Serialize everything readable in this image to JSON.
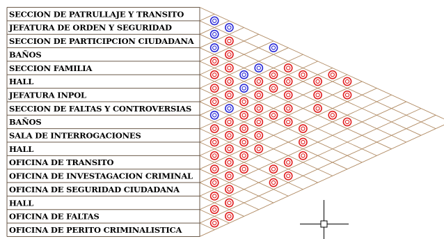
{
  "spaces": [
    "SECCION DE PATRULLAJE Y TRANSITO",
    "JEFATURA DE ORDEN Y SEGURIDAD",
    "SECCION DE PARTICIPCION  CIUDADANA",
    "BAÑOS",
    "SECCION FAMILIA",
    "HALL",
    "JEFATURA INPOL",
    "SECCION DE FALTAS Y CONTROVERSIAS",
    "BAÑOS",
    "SALA DE INTERROGACIONES",
    "HALL",
    "OFICINA DE TRANSITO",
    "OFICINA  DE INVESTAGACION CRIMINAL",
    "OFICINA DE SEGURIDAD CIUDADANA",
    "HALL",
    "OFICINA DE FALTAS",
    "OFICINA  DE PERITO CRIMINALISTICA"
  ],
  "relations": [
    {
      "i": 0,
      "j": 1,
      "type": "blue"
    },
    {
      "i": 1,
      "j": 2,
      "type": "blue"
    },
    {
      "i": 0,
      "j": 2,
      "type": "blue"
    },
    {
      "i": 2,
      "j": 3,
      "type": "blue"
    },
    {
      "i": 1,
      "j": 3,
      "type": "red"
    },
    {
      "i": 3,
      "j": 4,
      "type": "red"
    },
    {
      "i": 2,
      "j": 4,
      "type": "red"
    },
    {
      "i": 4,
      "j": 5,
      "type": "red"
    },
    {
      "i": 3,
      "j": 5,
      "type": "red"
    },
    {
      "i": 0,
      "j": 5,
      "type": "blue"
    },
    {
      "i": 5,
      "j": 6,
      "type": "red"
    },
    {
      "i": 4,
      "j": 6,
      "type": "red"
    },
    {
      "i": 3,
      "j": 6,
      "type": "blue"
    },
    {
      "i": 2,
      "j": 6,
      "type": "blue"
    },
    {
      "i": 6,
      "j": 7,
      "type": "red"
    },
    {
      "i": 5,
      "j": 7,
      "type": "red"
    },
    {
      "i": 4,
      "j": 7,
      "type": "blue"
    },
    {
      "i": 3,
      "j": 7,
      "type": "red"
    },
    {
      "i": 2,
      "j": 7,
      "type": "red"
    },
    {
      "i": 1,
      "j": 7,
      "type": "red"
    },
    {
      "i": 7,
      "j": 8,
      "type": "blue"
    },
    {
      "i": 6,
      "j": 8,
      "type": "blue"
    },
    {
      "i": 5,
      "j": 8,
      "type": "red"
    },
    {
      "i": 4,
      "j": 8,
      "type": "red"
    },
    {
      "i": 3,
      "j": 8,
      "type": "red"
    },
    {
      "i": 2,
      "j": 8,
      "type": "red"
    },
    {
      "i": 1,
      "j": 8,
      "type": "red"
    },
    {
      "i": 8,
      "j": 9,
      "type": "red"
    },
    {
      "i": 7,
      "j": 9,
      "type": "red"
    },
    {
      "i": 6,
      "j": 9,
      "type": "red"
    },
    {
      "i": 5,
      "j": 9,
      "type": "red"
    },
    {
      "i": 3,
      "j": 9,
      "type": "red"
    },
    {
      "i": 1,
      "j": 9,
      "type": "red"
    },
    {
      "i": 0,
      "j": 9,
      "type": "red"
    },
    {
      "i": 9,
      "j": 10,
      "type": "red"
    },
    {
      "i": 8,
      "j": 10,
      "type": "red"
    },
    {
      "i": 7,
      "j": 10,
      "type": "red"
    },
    {
      "i": 6,
      "j": 10,
      "type": "red"
    },
    {
      "i": 5,
      "j": 10,
      "type": "red"
    },
    {
      "i": 4,
      "j": 10,
      "type": "red"
    },
    {
      "i": 2,
      "j": 10,
      "type": "red"
    },
    {
      "i": 0,
      "j": 10,
      "type": "red"
    },
    {
      "i": 10,
      "j": 11,
      "type": "red"
    },
    {
      "i": 9,
      "j": 11,
      "type": "red"
    },
    {
      "i": 8,
      "j": 11,
      "type": "red"
    },
    {
      "i": 7,
      "j": 11,
      "type": "red"
    },
    {
      "i": 5,
      "j": 11,
      "type": "red"
    },
    {
      "i": 3,
      "j": 11,
      "type": "red"
    },
    {
      "i": 1,
      "j": 11,
      "type": "red"
    },
    {
      "i": 11,
      "j": 12,
      "type": "red"
    },
    {
      "i": 10,
      "j": 12,
      "type": "red"
    },
    {
      "i": 9,
      "j": 12,
      "type": "red"
    },
    {
      "i": 8,
      "j": 12,
      "type": "red"
    },
    {
      "i": 5,
      "j": 12,
      "type": "red"
    },
    {
      "i": 3,
      "j": 12,
      "type": "red"
    },
    {
      "i": 12,
      "j": 13,
      "type": "red"
    },
    {
      "i": 11,
      "j": 13,
      "type": "red"
    },
    {
      "i": 10,
      "j": 13,
      "type": "red"
    },
    {
      "i": 6,
      "j": 13,
      "type": "red"
    },
    {
      "i": 3,
      "j": 13,
      "type": "red"
    },
    {
      "i": 13,
      "j": 14,
      "type": "red"
    },
    {
      "i": 12,
      "j": 14,
      "type": "red"
    },
    {
      "i": 9,
      "j": 14,
      "type": "red"
    },
    {
      "i": 8,
      "j": 14,
      "type": "red"
    },
    {
      "i": 7,
      "j": 14,
      "type": "red"
    },
    {
      "i": 14,
      "j": 15,
      "type": "red"
    },
    {
      "i": 13,
      "j": 15,
      "type": "red"
    },
    {
      "i": 10,
      "j": 15,
      "type": "red"
    },
    {
      "i": 9,
      "j": 15,
      "type": "red"
    },
    {
      "i": 15,
      "j": 16,
      "type": "red"
    },
    {
      "i": 14,
      "j": 16,
      "type": "red"
    }
  ],
  "colors": {
    "grid": "#b08a62",
    "red": "#e02020",
    "blue": "#2a2ad6",
    "label_border": "#6b5a4a"
  }
}
